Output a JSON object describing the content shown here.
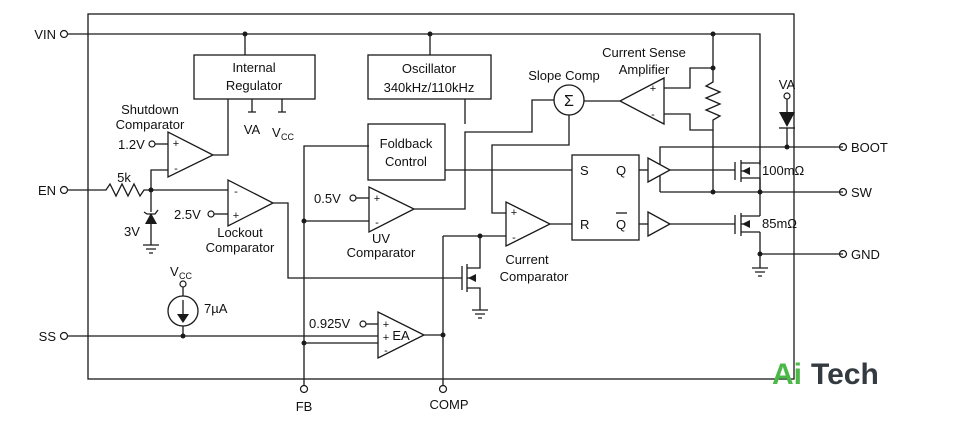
{
  "pins": {
    "vin": "VIN",
    "en": "EN",
    "ss": "SS",
    "fb": "FB",
    "comp": "COMP",
    "boot": "BOOT",
    "sw": "SW",
    "gnd": "GND"
  },
  "blocks": {
    "regulator_line1": "Internal",
    "regulator_line2": "Regulator",
    "oscillator_line1": "Oscillator",
    "oscillator_line2": "340kHz/110kHz",
    "foldback_line1": "Foldback",
    "foldback_line2": "Control",
    "slope_comp": "Slope Comp",
    "slope_symbol": "Σ",
    "current_sense_line1": "Current Sense",
    "current_sense_line2": "Amplifier",
    "shutdown_line1": "Shutdown",
    "shutdown_line2": "Comparator",
    "lockout_line1": "Lockout",
    "lockout_line2": "Comparator",
    "uv_line1": "UV",
    "uv_line2": "Comparator",
    "current_comp_line1": "Current",
    "current_comp_line2": "Comparator",
    "ea": "EA"
  },
  "latch": {
    "s": "S",
    "r": "R",
    "q": "Q",
    "qbar": "Q"
  },
  "values": {
    "ref_1v2": "1.2V",
    "ref_2v5": "2.5V",
    "ref_0v5": "0.5V",
    "ref_0v925": "0.925V",
    "resistor_5k": "5k",
    "zener_3v": "3V",
    "current_7ua": "7µA",
    "va_label": "VA",
    "vcc_label": "V",
    "vcc_sub": "CC",
    "high_side_fet": "100mΩ",
    "low_side_fet": "85mΩ"
  },
  "logo": {
    "part1": "Ai",
    "part2": "Tech"
  }
}
